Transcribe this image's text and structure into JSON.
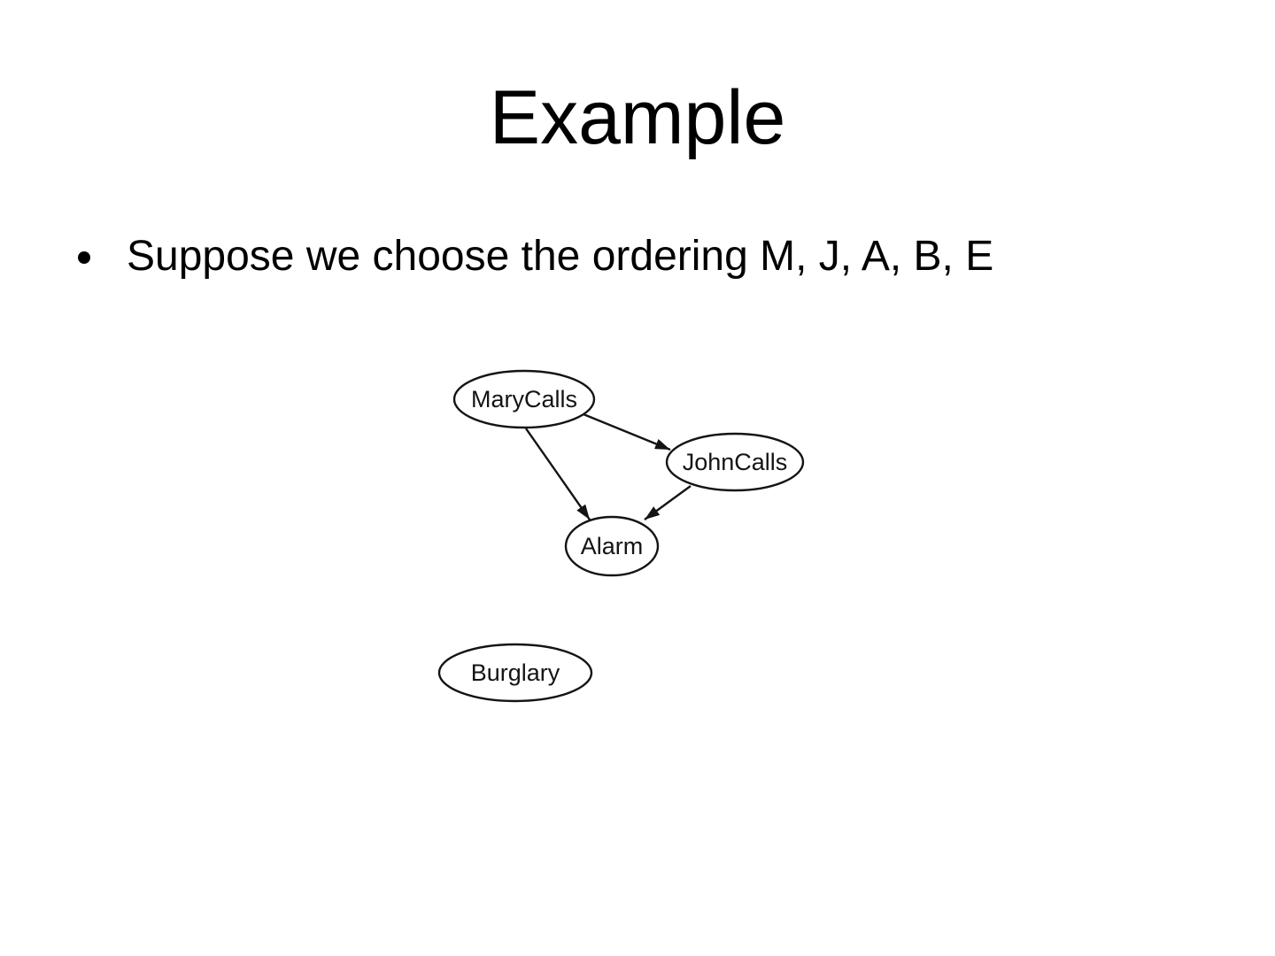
{
  "slide": {
    "title": "Example",
    "bullet": "Suppose we choose the ordering M, J, A, B, E"
  },
  "diagram": {
    "type": "directed-graph",
    "nodes": [
      {
        "id": "MaryCalls",
        "label": "MaryCalls"
      },
      {
        "id": "JohnCalls",
        "label": "JohnCalls"
      },
      {
        "id": "Alarm",
        "label": "Alarm"
      },
      {
        "id": "Burglary",
        "label": "Burglary"
      }
    ],
    "edges": [
      {
        "from": "MaryCalls",
        "to": "JohnCalls"
      },
      {
        "from": "MaryCalls",
        "to": "Alarm"
      },
      {
        "from": "JohnCalls",
        "to": "Alarm"
      }
    ],
    "colors": {
      "background": "#ffffff",
      "node_fill": "#ffffff",
      "stroke": "#141414",
      "text": "#000000"
    }
  }
}
